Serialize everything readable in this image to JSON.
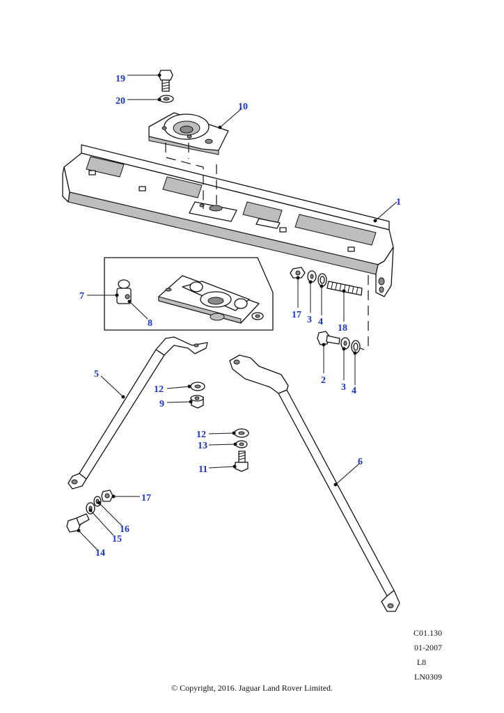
{
  "callouts": {
    "c1": "1",
    "c2": "2",
    "c3a": "3",
    "c3b": "3",
    "c4a": "4",
    "c4b": "4",
    "c5": "5",
    "c6": "6",
    "c7": "7",
    "c8": "8",
    "c9": "9",
    "c10": "10",
    "c11": "11",
    "c12a": "12",
    "c12b": "12",
    "c13": "13",
    "c14": "14",
    "c15": "15",
    "c16": "16",
    "c17a": "17",
    "c17b": "17",
    "c18": "18",
    "c19": "19",
    "c20": "20"
  },
  "meta": {
    "ref": "C01.130",
    "date": "01-2007",
    "model": "L8",
    "illustration": "LN0309"
  },
  "copyright": "© Copyright, 2016. Jaguar Land Rover Limited.",
  "colors": {
    "callout": "#1a32c8",
    "line": "#111111",
    "shade": "#bdbdbd"
  }
}
